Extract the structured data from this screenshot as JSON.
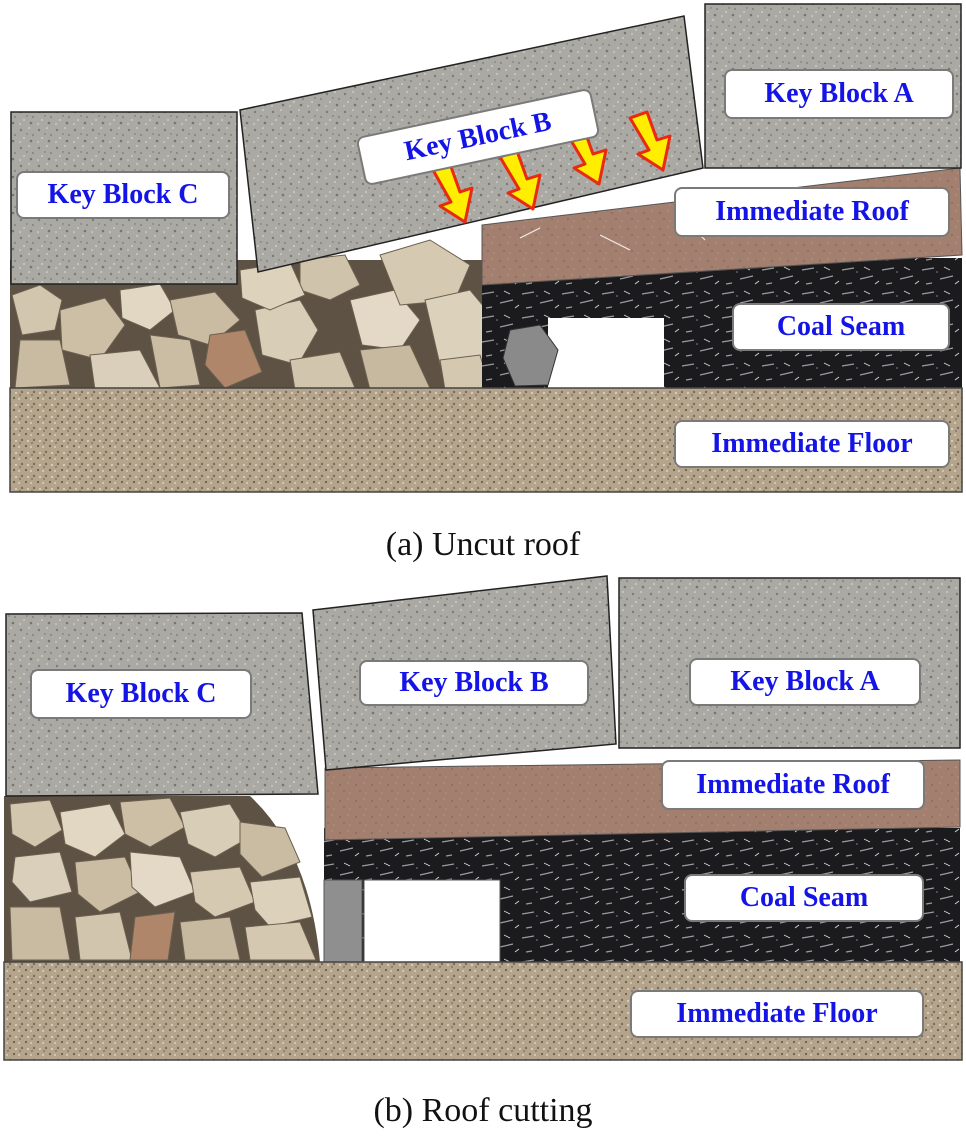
{
  "panel_a": {
    "caption": "(a) Uncut roof",
    "labels": {
      "key_block_a": "Key Block A",
      "key_block_b": "Key Block B",
      "key_block_c": "Key Block C",
      "immediate_roof": "Immediate Roof",
      "coal_seam": "Coal Seam",
      "immediate_floor": "Immediate Floor"
    }
  },
  "panel_b": {
    "caption": "(b) Roof cutting",
    "labels": {
      "key_block_a": "Key Block A",
      "key_block_b": "Key Block B",
      "key_block_c": "Key Block C",
      "immediate_roof": "Immediate Roof",
      "coal_seam": "Coal Seam",
      "immediate_floor": "Immediate Floor"
    }
  },
  "colors": {
    "label_text": "#1414e6",
    "key_block_rock": "#a9a8a3",
    "immediate_roof": "#a07c6c",
    "coal_seam": "#1c1c1e",
    "immediate_floor": "#b3a28a",
    "arrow_fill": "#ffee00",
    "arrow_stroke": "#e82a10"
  }
}
